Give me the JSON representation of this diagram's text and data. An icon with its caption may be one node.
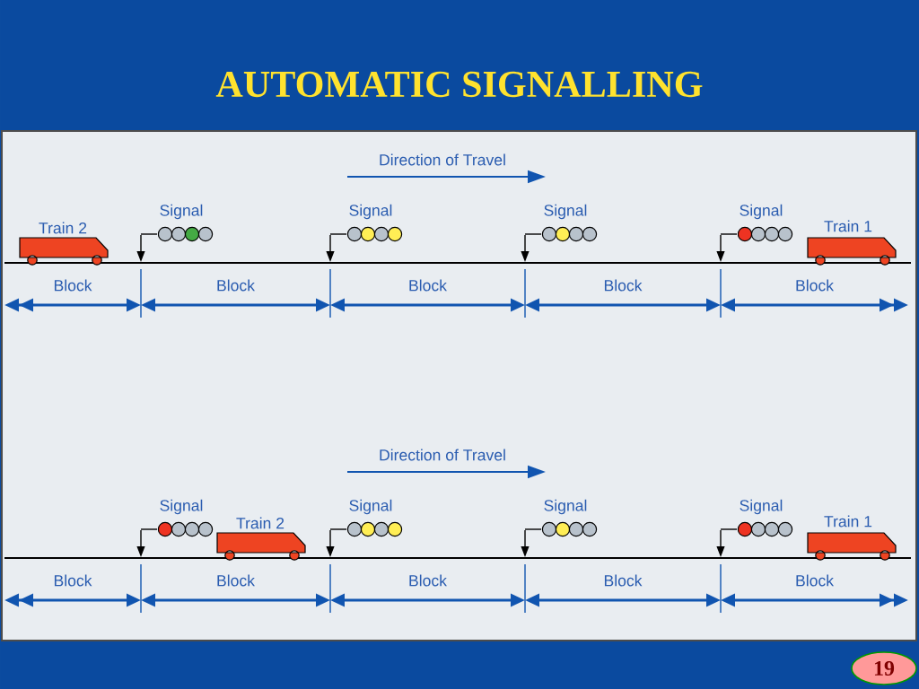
{
  "diagram": {
    "title": "AUTOMATIC SIGNALLING",
    "nodes": [
      {
        "text": [
          "19"
        ]
      }
    ],
    "labels": [
      "Direction of Travel",
      "Signal",
      "Signal",
      "Signal",
      "Signal",
      "Train 2",
      "Train 1",
      "Block",
      "Block",
      "Block",
      "Block",
      "Block",
      "Direction of Travel",
      "Signal",
      "Signal",
      "Signal",
      "Signal",
      "Train 2",
      "Train 1",
      "Block",
      "Block",
      "Block",
      "Block",
      "Block"
    ]
  }
}
